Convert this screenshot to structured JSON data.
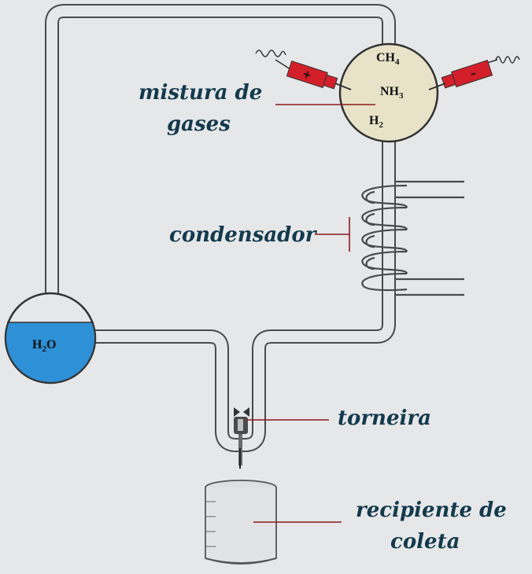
{
  "labels": {
    "gas_mixture": [
      "mistura de",
      "gases"
    ],
    "condenser": "condensador",
    "tap": "torneira",
    "collection_vessel": [
      "recipiente de",
      "coleta"
    ]
  },
  "chemicals": {
    "ch4": {
      "main": "CH",
      "sub": "4"
    },
    "nh3": {
      "main": "NH",
      "sub": "3"
    },
    "h2": {
      "main": "H",
      "sub": "2"
    },
    "water": {
      "main": "H",
      "sub": "2",
      "tail": "O"
    }
  },
  "electrodes": {
    "left_sign": "+",
    "right_sign": "–"
  },
  "colors": {
    "background": "#e6e7e9",
    "water": "#2e90d6",
    "gas_flask": "#e8e3c8",
    "electrode": "#d21f2a",
    "leader_line": "#8b1a1a",
    "label_text": "#133a4c"
  }
}
